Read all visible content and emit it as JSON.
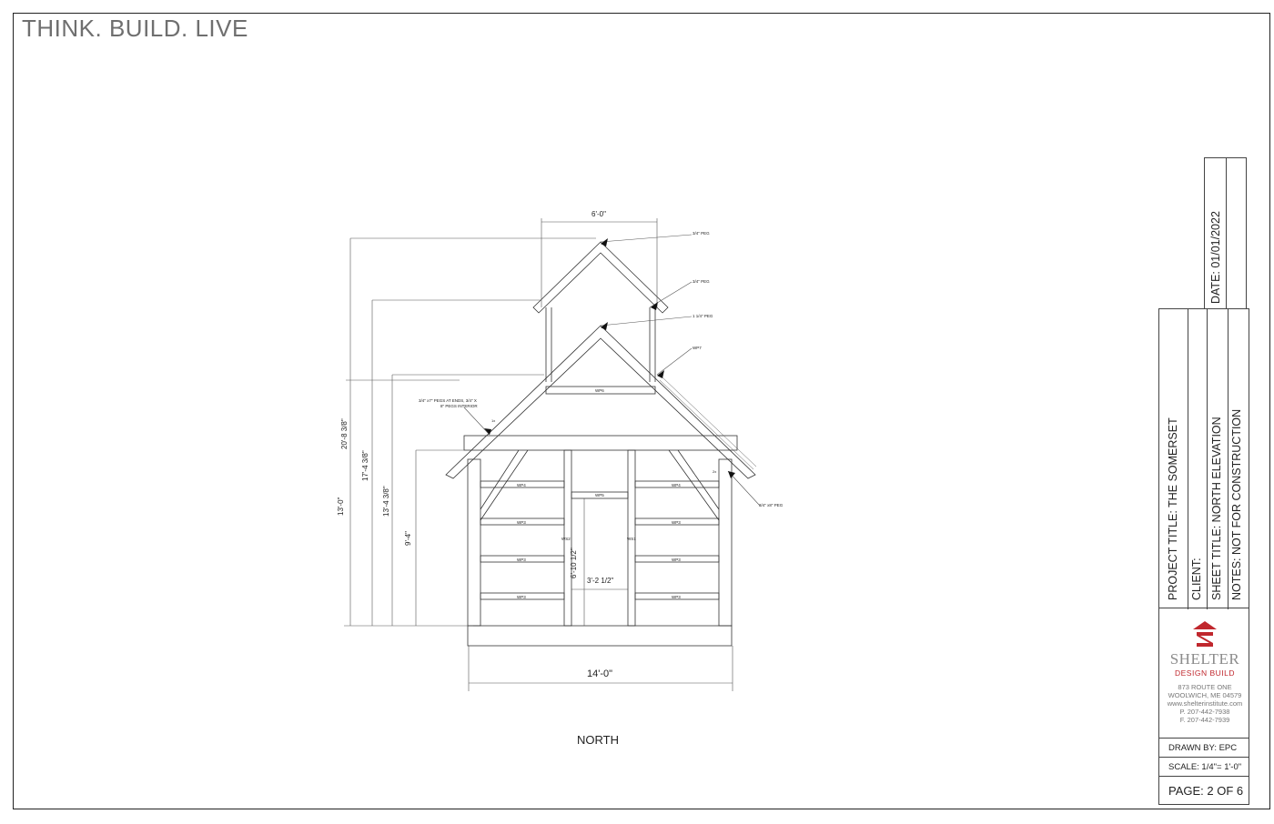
{
  "tagline": "THINK. BUILD. LIVE",
  "view_label": "NORTH",
  "dimensions": {
    "top_width": "6'-0\"",
    "overall_width": "14'-0\"",
    "door_width": "3'-2 1/2\"",
    "door_height": "6'-10 1/2\"",
    "h1": "20'-8 3/8\"",
    "h2": "17'-4 3/8\"",
    "h3": "13'-4 3/8\"",
    "h4": "13'-0\"",
    "h5": "9'-4\""
  },
  "callouts": {
    "peg_top": "3/4\" PEG",
    "peg_mid": "3/4\" PEG",
    "peg_114": "1 1/4\" PEG",
    "wp7": "WP7",
    "pegs_note_1": "3/4\" x7\" PEGS AT ENDS, 3/4\" X",
    "pegs_note_2": "8\" PEGS INTERIOR",
    "peg_34x8": "3/4\" x8\" PEG",
    "small_note": "2x",
    "small_note2": "1x"
  },
  "members": {
    "wp6": "WP6",
    "wp5": "WP5",
    "wp4": "WP4",
    "wp3": "WP3",
    "ws1": "WS1",
    "ws2": "WS2"
  },
  "title_block": {
    "date": "DATE:  01/01/2022",
    "project_title": "PROJECT TITLE:  THE SOMERSET",
    "client": "CLIENT:",
    "sheet_title": "SHEET TITLE:  NORTH ELEVATION",
    "notes": "NOTES:  NOT FOR CONSTRUCTION",
    "logo_name": "SHELTER",
    "logo_sub": "DESIGN BUILD",
    "address_1": "873 ROUTE ONE",
    "address_2": "WOOLWICH, ME 04579",
    "website": "www.shelterinstitute.com",
    "phone": "P. 207-442-7938",
    "fax": "F. 207-442-7939",
    "drawn_by": "DRAWN BY: EPC",
    "scale": "SCALE:   1/4\"= 1'-0\"",
    "page": "PAGE: 2  OF 6"
  },
  "colors": {
    "logo_red": "#c0272d",
    "logo_gray": "#8c8c8c"
  }
}
